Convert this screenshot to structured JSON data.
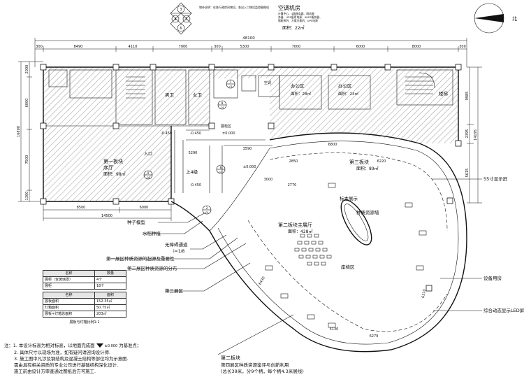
{
  "aircon": {
    "title": "空调机房",
    "lines": [
      "计算中心、4路服务器、网站服",
      "务器、UPS备用电源、4UPS服务器、",
      "储能系列、方案交换机、UPS电源"
    ],
    "area": "面积：22㎡"
  },
  "symbol_note": "增补说明：在各行政房间增设，各出入口增设监控摄像机",
  "north_label": "北",
  "dims_top": {
    "overall": "48100",
    "segments": [
      "300",
      "8490",
      "4110",
      "7900",
      "300",
      "5300",
      "7000",
      "6000",
      "8000",
      "300"
    ]
  },
  "dims_left": [
    "2000",
    "6000",
    "7500",
    "1300"
  ],
  "dims_left_total": "16800",
  "dims_right": [
    "9985",
    "2395",
    "5615"
  ],
  "dims_right_total": "14195",
  "dims_bottom": [
    "8500",
    "6000"
  ],
  "dims_bottom_total": "14500",
  "dims_inner": [
    "3590",
    "5290",
    "3000",
    "2850",
    "6800",
    "6220",
    "5130",
    "6310",
    "2770",
    "6430",
    "6279"
  ],
  "rooms": {
    "block1": {
      "name": "第一板块",
      "sub": "序厅",
      "area": "面积：98㎡"
    },
    "block3": {
      "name": "第三板块",
      "area": "面积：89㎡"
    },
    "block2": {
      "name": "第二板块主展厅",
      "area": "面积：428㎡"
    },
    "office1": {
      "name": "办公区",
      "area": "面积：28㎡"
    },
    "office2": {
      "name": "办公区",
      "area": "面积：24㎡"
    },
    "toilet_m": "男卫",
    "toilet_f": "女卫",
    "stairs": "楼梯",
    "exhibit": "展柜区",
    "ac_small": "空调",
    "seating": "座椅区",
    "seed_wall": "种质资源墙",
    "specimen": "标本展示",
    "entrance": "入口",
    "up_floor": "上4级"
  },
  "level_marks": [
    "-0.450",
    "-0.450",
    "±0.000",
    "-0.450",
    "±0.000"
  ],
  "callouts": [
    "55寸显示屏",
    "种子模型",
    "水稻种植",
    "无障碍通道",
    "i=1/8",
    "第一展区种质资源的起源及重要性",
    "第二展区种质资源的分布",
    "第三展区",
    "设备用房",
    "综合动态显示LED屏",
    "标本展示",
    "种质资源墙"
  ],
  "bottom_block": {
    "title": "第二板块",
    "line1": "第四展区种质资源鉴评与创新利用",
    "line2": "(总长39米，分9个柄，每个柄4.3米展线)"
  },
  "schedule": {
    "h1": [
      "名称",
      "数量"
    ],
    "rows1": [
      [
        "展柜（含玻璃罩）",
        "4个"
      ],
      [
        "展柜",
        "18个"
      ]
    ],
    "h2": [
      "名称",
      "面积"
    ],
    "rows2": [
      [
        "展板面积",
        "152.35㎡"
      ],
      [
        "灯箱面积",
        "50.75㎡"
      ],
      [
        "展板+灯箱总面积",
        "203㎡"
      ]
    ],
    "footer": "展板与灯箱比例1:1"
  },
  "notes": {
    "n1a": "注：1. 本设计标高为相对标高，以地面完成面",
    "n1b": "±0.000",
    "n1c": "为基准点；",
    "n2": "2. 具体尺寸以现场为准，如有疑问请咨询设计师.",
    "n3": "3. 施工图中凡涉及钢结构及混凝土结构等部位均为示意图.",
    "n4": "需由具有相关资质的专业公司进行基础结构深化设计,",
    "n5": "施工前由设计方审查通过图纸后方可施工."
  },
  "section_marks": [
    {
      "num": "1",
      "ref": "-01"
    },
    {
      "num": "2",
      "ref": "-01"
    },
    {
      "num": "3",
      "ref": "-01"
    },
    {
      "num": "4",
      "ref": "-01"
    },
    {
      "num": "5",
      "ref": "-01"
    },
    {
      "num": "6",
      "ref": "-01"
    },
    {
      "num": "7",
      "ref": "-01"
    },
    {
      "num": "8",
      "ref": "-01"
    }
  ]
}
